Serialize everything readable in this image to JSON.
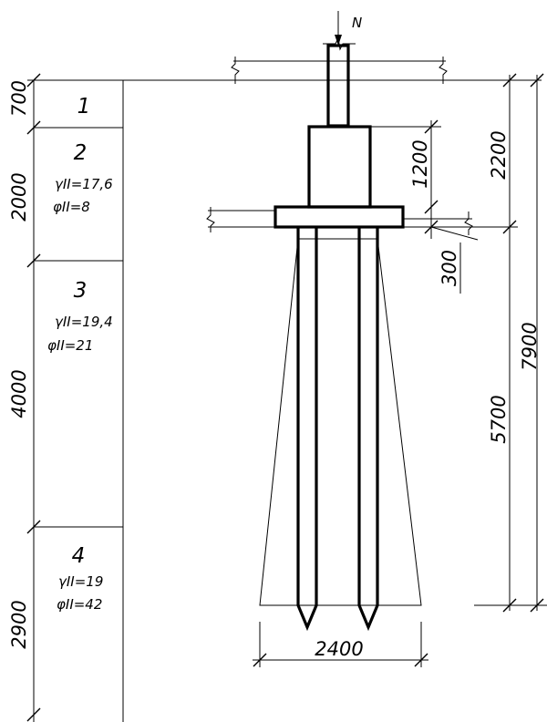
{
  "load": {
    "label": "N"
  },
  "layers": [
    {
      "number": "1",
      "thickness": "700"
    },
    {
      "number": "2",
      "thickness": "2000",
      "gamma": "γII=17,6",
      "phi": "φII=8"
    },
    {
      "number": "3",
      "thickness": "4000",
      "gamma": "γII=19,4",
      "phi": "φII=21"
    },
    {
      "number": "4",
      "thickness": "2900",
      "gamma": "γII=19",
      "phi": "φII=42"
    }
  ],
  "dimensions": {
    "pedestal_height": "1200",
    "cap_thickness": "300",
    "foundation_depth": "2200",
    "pile_length": "5700",
    "total_depth": "7900",
    "base_width": "2400"
  }
}
